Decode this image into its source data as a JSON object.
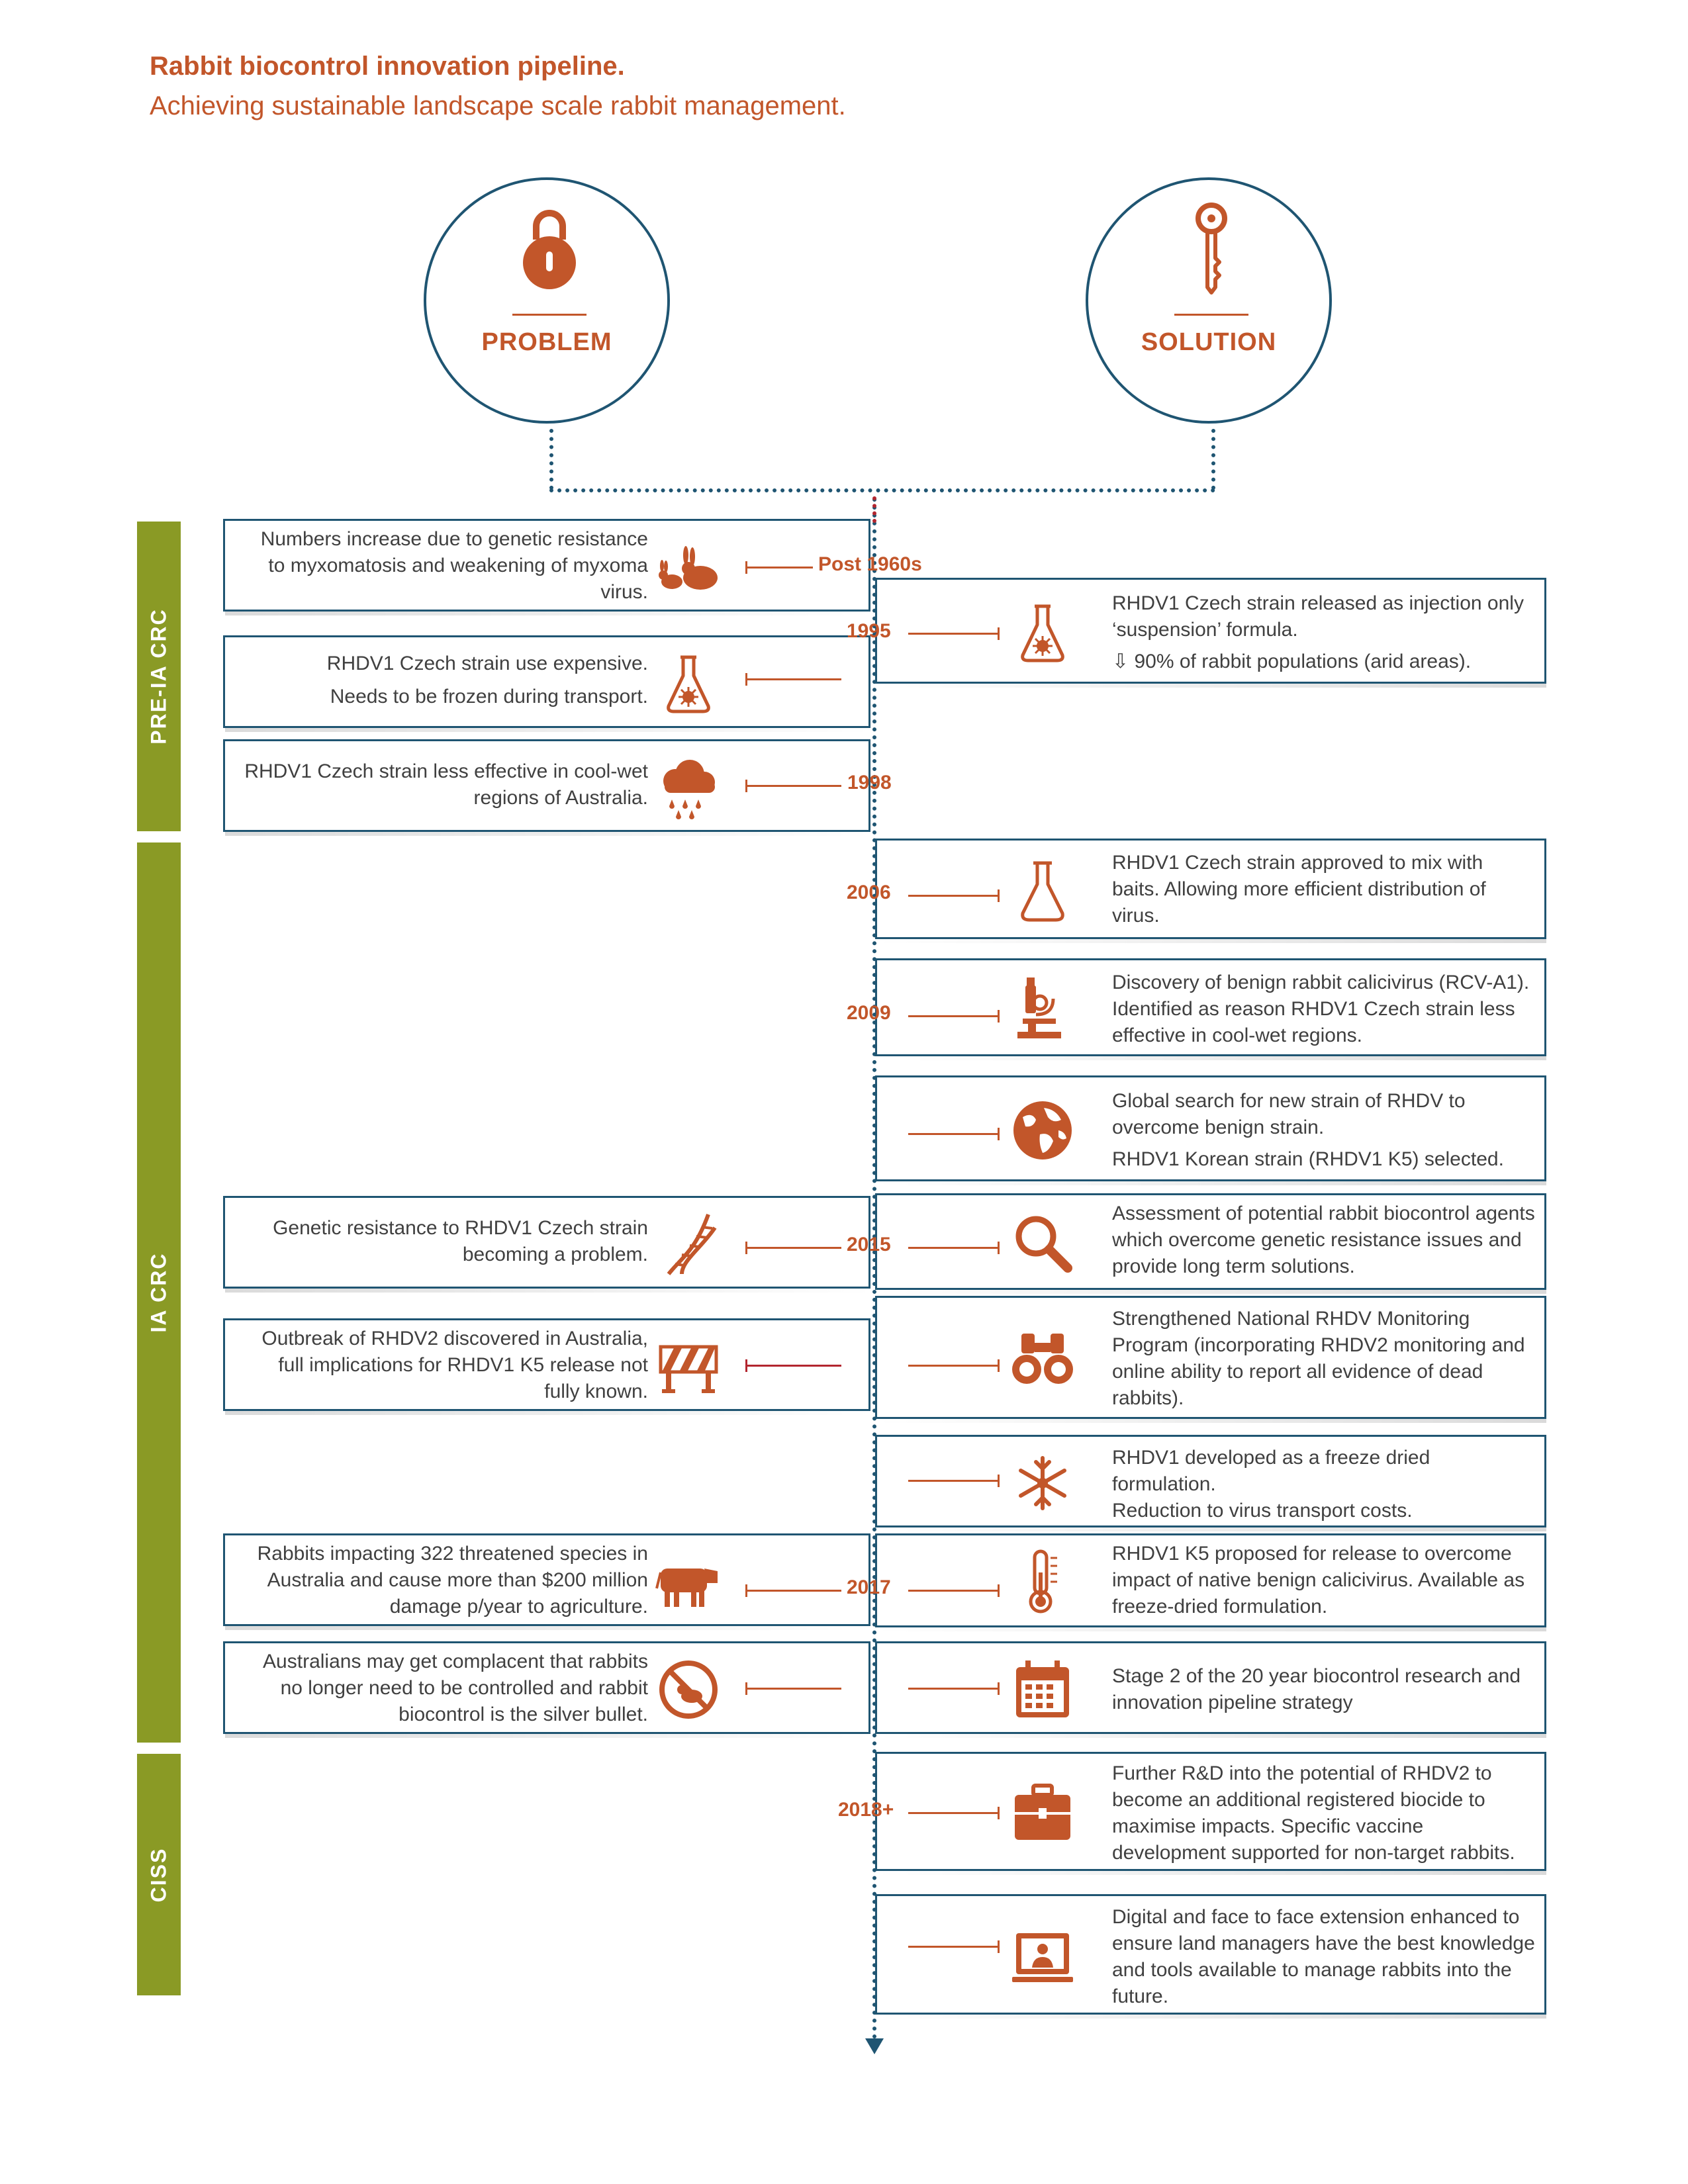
{
  "header": {
    "title": "Rabbit biocontrol innovation pipeline.",
    "subtitle": "Achieving sustainable landscape scale rabbit management."
  },
  "problem": {
    "label": "PROBLEM",
    "icon": "padlock-icon"
  },
  "solution": {
    "label": "SOLUTION",
    "icon": "key-icon"
  },
  "phases": [
    "PRE-IA CRC",
    "IA CRC",
    "CISS"
  ],
  "years": [
    "Post 1960s",
    "1995",
    "1998",
    "2006",
    "2009",
    "2015",
    "2017",
    "2018+"
  ],
  "problems": [
    "Numbers increase due to genetic resistance to myxomatosis and weakening of myxoma virus.",
    "RHDV1 Czech strain use expensive.",
    "Needs to be frozen during transport.",
    "RHDV1 Czech strain less effective in cool-wet regions of Australia.",
    "Genetic resistance to RHDV1 Czech strain becoming a problem.",
    "Outbreak of RHDV2 discovered in Australia, full implications for RHDV1 K5 release not fully known.",
    "Rabbits impacting 322 threatened species in Australia and cause more than $200 million damage p/year to agriculture.",
    "Australians may get complacent that rabbits no longer need to be controlled and rabbit biocontrol is the silver bullet."
  ],
  "solutions": [
    "RHDV1 Czech strain released as injection only ‘suspension’ formula.",
    "⇩ 90% of rabbit populations (arid areas).",
    "RHDV1 Czech strain approved to mix with baits. Allowing more efficient distribution of virus.",
    "Discovery of benign rabbit calicivirus (RCV-A1). Identified as reason RHDV1 Czech strain less effective in cool-wet regions.",
    "Global search for new strain of RHDV to overcome benign strain.",
    "RHDV1 Korean strain (RHDV1 K5) selected.",
    "Assessment of potential rabbit biocontrol agents which overcome genetic resistance issues and provide long term solutions.",
    "Strengthened National RHDV Monitoring Program (incorporating RHDV2 monitoring and online ability to report all evidence of dead rabbits).",
    "RHDV1 developed as a freeze dried formulation.",
    "Reduction to virus transport costs.",
    "RHDV1 K5 proposed for release to overcome impact of native benign calicivirus. Available as freeze-dried formulation.",
    "Stage 2 of the 20 year biocontrol research and innovation pipeline strategy",
    "Further R&D into the potential of RHDV2 to become an additional registered biocide to maximise impacts. Specific vaccine development supported for non-target rabbits.",
    "Digital and face to face extension enhanced to ensure land managers have the best knowledge and tools available to manage rabbits into the future."
  ],
  "colors": {
    "accent": "#c2562a",
    "navy": "#1f5572",
    "phase": "#8a9a25",
    "alert": "#b3262f"
  }
}
